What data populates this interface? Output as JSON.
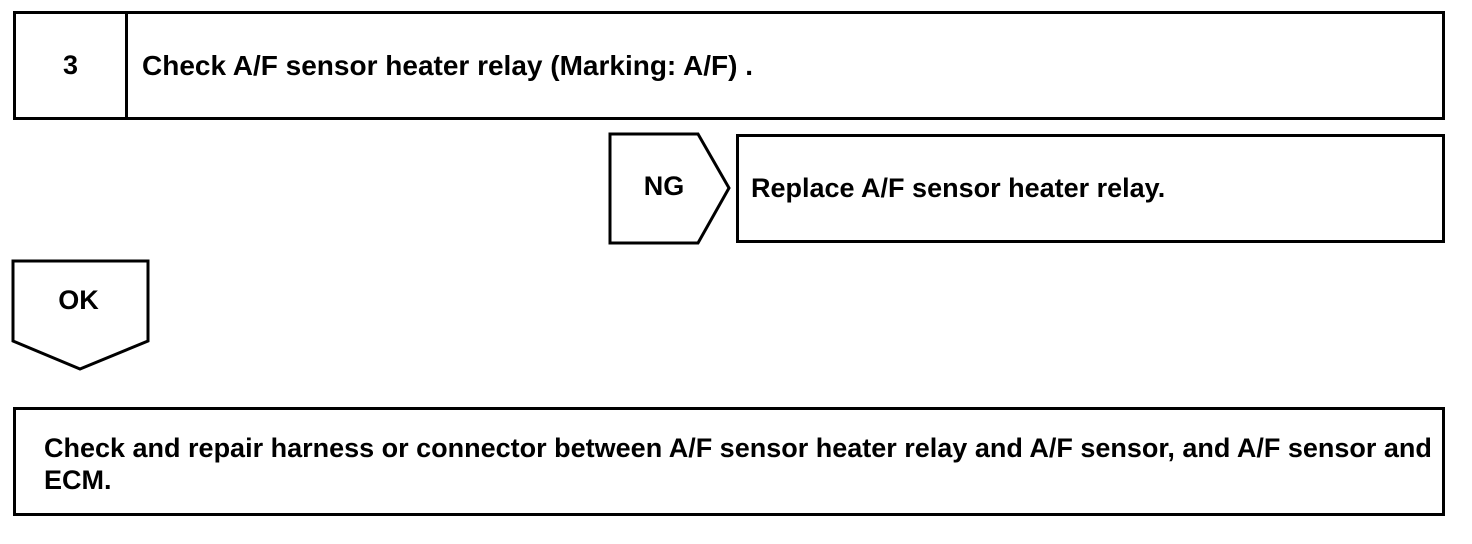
{
  "step": {
    "number": "3",
    "title": "Check A/F sensor heater relay (Marking: A/F) ."
  },
  "ng_branch": {
    "label": "NG",
    "action": "Replace A/F sensor heater relay."
  },
  "ok_branch": {
    "label": "OK",
    "action": "Check and repair harness or connector between A/F sensor heater relay and A/F sensor, and A/F sensor and ECM."
  }
}
